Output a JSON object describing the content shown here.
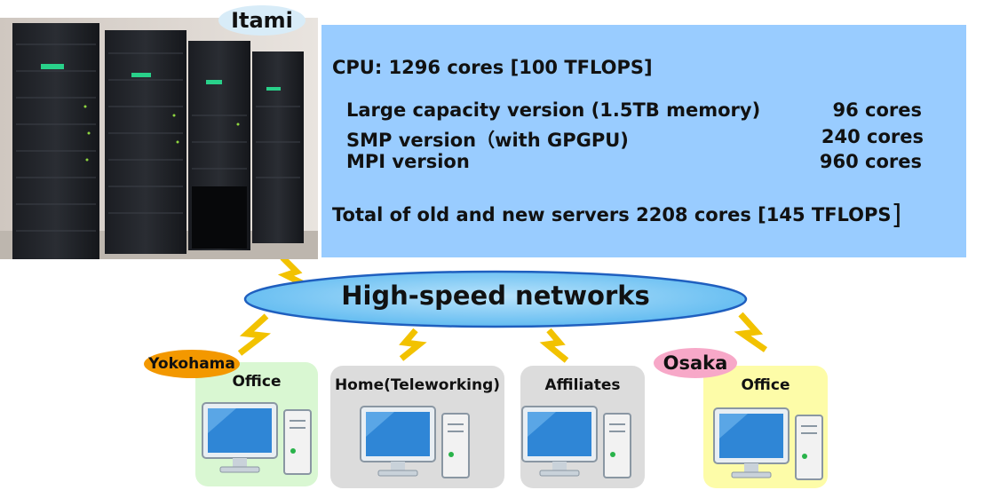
{
  "location_label": "Itami",
  "specs": {
    "cpu": "CPU: 1296 cores [100 TFLOPS]",
    "rows": [
      {
        "label": "Large capacity version (1.5TB memory)",
        "value": "96 cores"
      },
      {
        "label": "SMP version（with GPGPU)",
        "value": "240 cores"
      },
      {
        "label": "MPI version",
        "value": "960 cores"
      }
    ],
    "total": "Total of old and new servers 2208 cores [145 TFLOPS"
  },
  "network_label": "High-speed networks",
  "sites": [
    {
      "label": "Office",
      "badge": "Yokohama",
      "bg": "#d9f7d2"
    },
    {
      "label": "Home(Teleworking)",
      "badge": "",
      "bg": "#dcdcdc"
    },
    {
      "label": "Affiliates",
      "badge": "",
      "bg": "#dcdcdc"
    },
    {
      "label": "Office",
      "badge": "Osaka",
      "bg": "#fdfca8"
    }
  ],
  "colors": {
    "panel": "#99ccff",
    "lightning": "#f2c200",
    "ellipse_fill": "#66c2f5",
    "ellipse_border": "#1f5fbf",
    "yokohama_badge": "#f39800",
    "osaka_badge": "#f7a8c8"
  }
}
